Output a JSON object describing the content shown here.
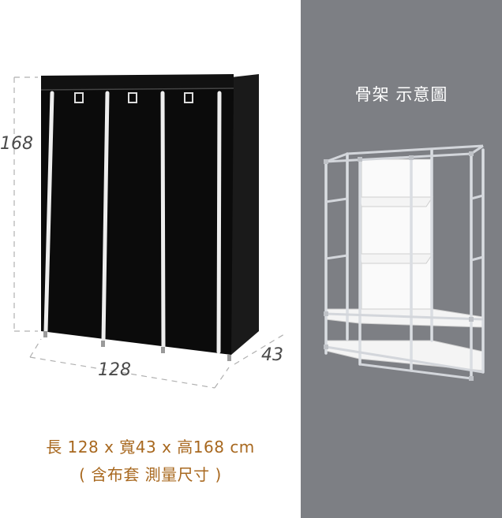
{
  "panel": {
    "title": "骨架 示意圖"
  },
  "dimensions": {
    "height": "168",
    "width": "128",
    "depth": "43"
  },
  "caption": {
    "line1": "長 128 x 寬43 x 高168 cm",
    "line2": "( 含布套 測量尺寸 )"
  },
  "colors": {
    "right_panel_bg": "#7d7f84",
    "caption_text": "#a8681f",
    "wardrobe_cover": "#0b0b0b",
    "zipper_trim": "#eeeeee"
  }
}
